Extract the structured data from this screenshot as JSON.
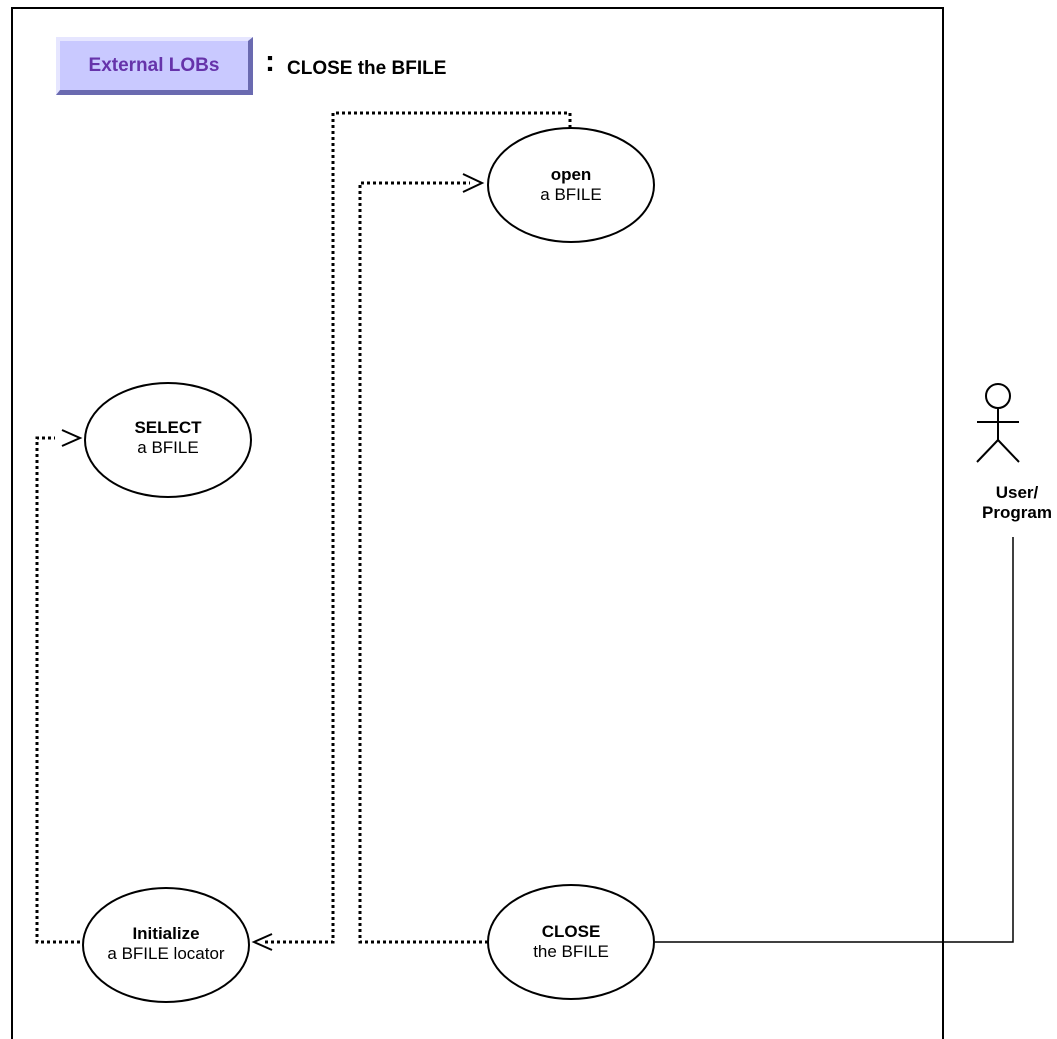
{
  "header": {
    "tab_label": "External LOBs",
    "separator": ":",
    "title": "CLOSE the BFILE"
  },
  "use_cases": {
    "open": {
      "line1": "open",
      "line2": "a BFILE"
    },
    "select": {
      "line1": "SELECT",
      "line2": "a BFILE"
    },
    "initialize": {
      "line1": "Initialize",
      "line2": "a BFILE locator"
    },
    "close": {
      "line1": "CLOSE",
      "line2": "the BFILE"
    }
  },
  "actor": {
    "icon": "stick-figure-icon",
    "line1": "User/",
    "line2": "Program"
  },
  "colors": {
    "tab_fill": "#c9c9ff",
    "tab_text": "#6633aa",
    "tab_shadow": "#6a6ab0",
    "line": "#000000"
  }
}
